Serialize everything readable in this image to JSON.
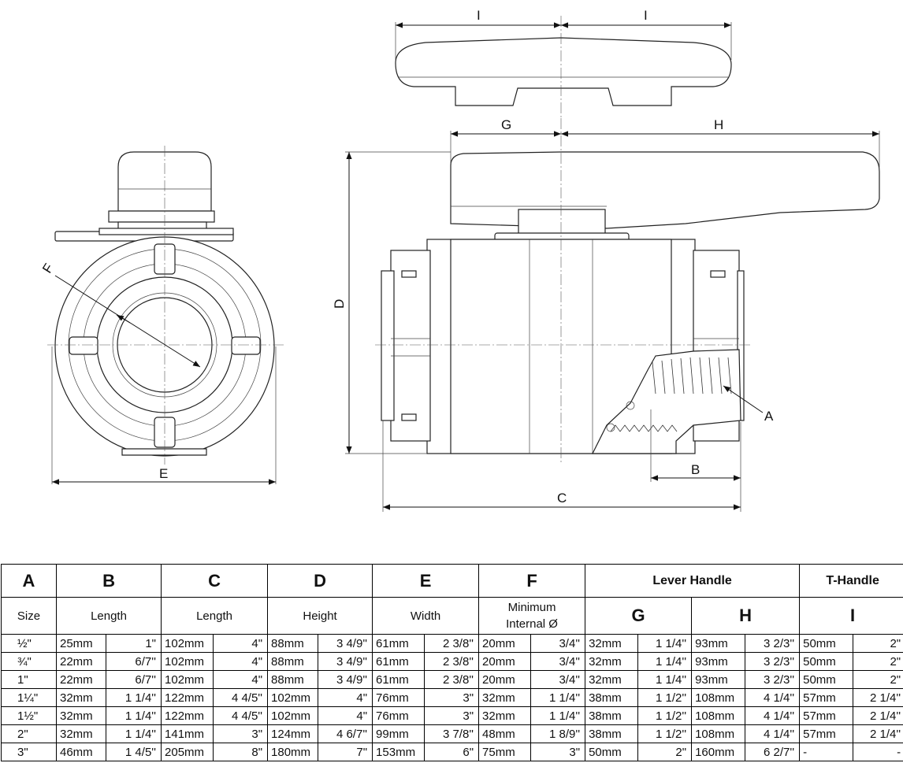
{
  "drawing": {
    "labels": {
      "A": "A",
      "B": "B",
      "C": "C",
      "D": "D",
      "E": "E",
      "F": "F",
      "G": "G",
      "H": "H",
      "I_left": "I",
      "I_right": "I"
    }
  },
  "table": {
    "headers": {
      "A": "A",
      "B": "B",
      "C": "C",
      "D": "D",
      "E": "E",
      "F": "F",
      "lever_handle": "Lever Handle",
      "t_handle": "T-Handle"
    },
    "subheaders": {
      "A": "Size",
      "B": "Length",
      "C": "Length",
      "D": "Height",
      "E": "Width",
      "F_line1": "Minimum",
      "F_line2": "Internal Ø",
      "G": "G",
      "H": "H",
      "I": "I"
    },
    "rows": [
      [
        "½\"",
        "25mm",
        "1\"",
        "102mm",
        "4\"",
        "88mm",
        "3 4/9''",
        "61mm",
        "2 3/8''",
        "20mm",
        "3/4''",
        "32mm",
        "1 1/4''",
        "93mm",
        "3 2/3''",
        "50mm",
        "2\""
      ],
      [
        "¾\"",
        "22mm",
        "6/7''",
        "102mm",
        "4\"",
        "88mm",
        "3 4/9''",
        "61mm",
        "2 3/8''",
        "20mm",
        "3/4''",
        "32mm",
        "1 1/4''",
        "93mm",
        "3 2/3''",
        "50mm",
        "2\""
      ],
      [
        "1\"",
        "22mm",
        "6/7''",
        "102mm",
        "4\"",
        "88mm",
        "3 4/9''",
        "61mm",
        "2 3/8''",
        "20mm",
        "3/4''",
        "32mm",
        "1 1/4''",
        "93mm",
        "3 2/3''",
        "50mm",
        "2\""
      ],
      [
        "1¼\"",
        "32mm",
        "1 1/4''",
        "122mm",
        "4 4/5''",
        "102mm",
        "4\"",
        "76mm",
        "3\"",
        "32mm",
        "1 1/4''",
        "38mm",
        "1 1/2''",
        "108mm",
        "4 1/4''",
        "57mm",
        "2 1/4''"
      ],
      [
        "1½\"",
        "32mm",
        "1 1/4''",
        "122mm",
        "4 4/5''",
        "102mm",
        "4\"",
        "76mm",
        "3\"",
        "32mm",
        "1 1/4''",
        "38mm",
        "1 1/2''",
        "108mm",
        "4 1/4''",
        "57mm",
        "2 1/4''"
      ],
      [
        "2\"",
        "32mm",
        "1 1/4''",
        "141mm",
        "3\"",
        "124mm",
        "4 6/7''",
        "99mm",
        "3 7/8''",
        "48mm",
        "1 8/9''",
        "38mm",
        "1 1/2''",
        "108mm",
        "4 1/4''",
        "57mm",
        "2 1/4''"
      ],
      [
        "3\"",
        "46mm",
        "1 4/5''",
        "205mm",
        "8\"",
        "180mm",
        "7\"",
        "153mm",
        "6\"",
        "75mm",
        "3\"",
        "50mm",
        "2\"",
        "160mm",
        "6 2/7''",
        "-",
        "-"
      ]
    ]
  }
}
